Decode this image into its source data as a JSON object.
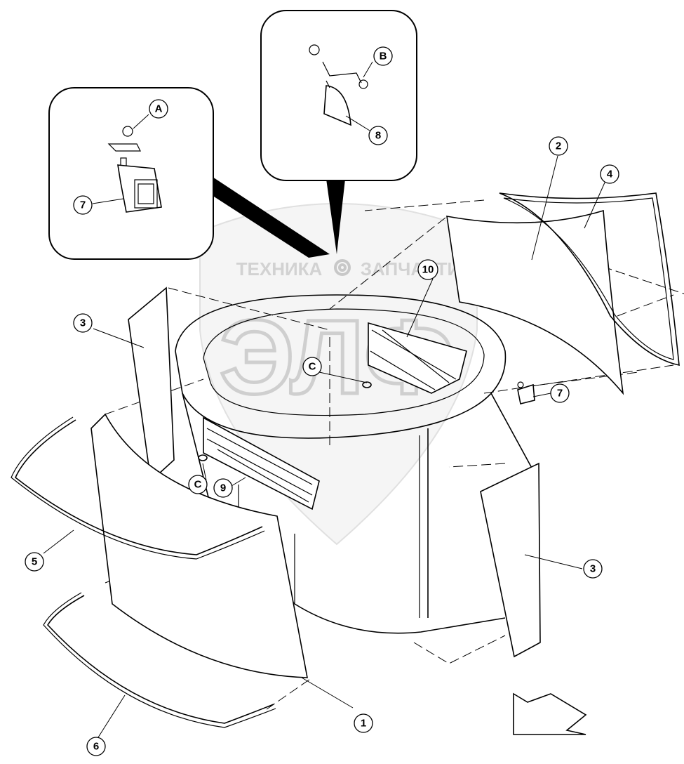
{
  "watermark": {
    "left_text": "ТЕХНИКА",
    "right_text": "ЗАПЧАСТИ",
    "big_text": "ЭЛФ"
  },
  "callouts": {
    "part_1": "1",
    "part_2": "2",
    "part_3_left": "3",
    "part_3_right": "3",
    "part_4": "4",
    "part_5": "5",
    "part_6": "6",
    "part_7_inset": "7",
    "part_7_main": "7",
    "part_8": "8",
    "part_9": "9",
    "part_10": "10",
    "detail_a": "A",
    "detail_b": "B",
    "detail_c_center": "C",
    "detail_c_left": "C"
  },
  "icons": {
    "watermark_gear": "gear-icon",
    "direction_arrow": "direction-arrow-icon"
  },
  "colors": {
    "line": "#000000",
    "watermark": "#c8c8c8",
    "background": "#ffffff"
  }
}
